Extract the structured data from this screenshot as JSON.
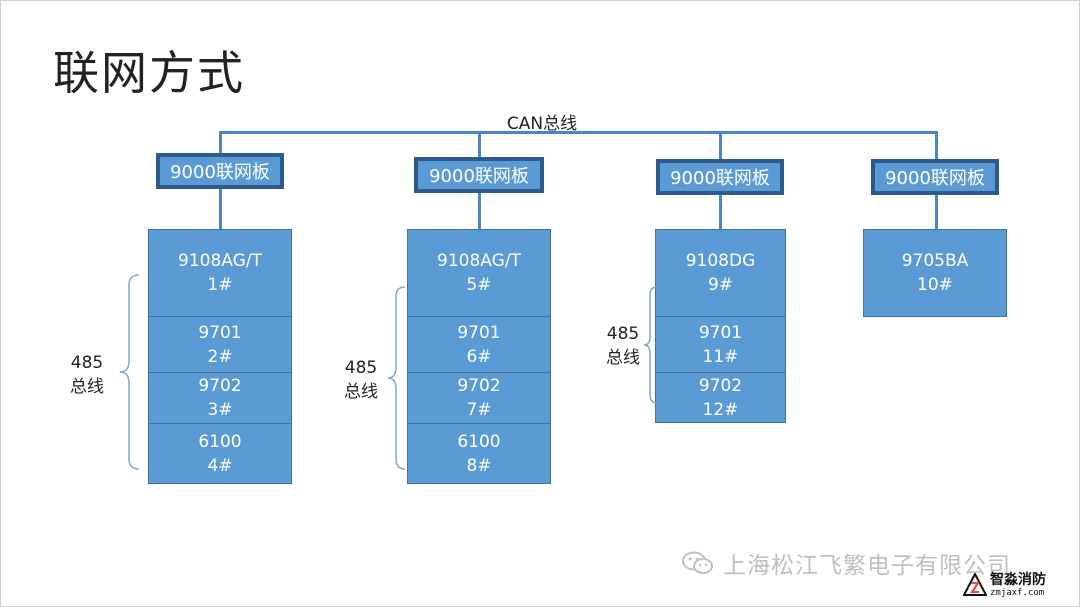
{
  "title": "联网方式",
  "can_bus_label": "CAN总线",
  "colors": {
    "box_fill": "#5b9bd5",
    "panel_border": "#2e5a8a",
    "line": "#4a86c5"
  },
  "panels": [
    "9000联网板",
    "9000联网板",
    "9000联网板",
    "9000联网板"
  ],
  "columns": [
    {
      "devices": [
        {
          "model": "9108AG/T",
          "num": "1#"
        },
        {
          "model": "9701",
          "num": "2#"
        },
        {
          "model": "9702",
          "num": "3#"
        },
        {
          "model": "6100",
          "num": "4#"
        }
      ]
    },
    {
      "devices": [
        {
          "model": "9108AG/T",
          "num": "5#"
        },
        {
          "model": "9701",
          "num": "6#"
        },
        {
          "model": "9702",
          "num": "7#"
        },
        {
          "model": "6100",
          "num": "8#"
        }
      ]
    },
    {
      "devices": [
        {
          "model": "9108DG",
          "num": "9#"
        },
        {
          "model": "9701",
          "num": "11#"
        },
        {
          "model": "9702",
          "num": "12#"
        }
      ]
    },
    {
      "devices": [
        {
          "model": "9705BA",
          "num": "10#"
        }
      ]
    }
  ],
  "rs485_labels": [
    {
      "line1": "485",
      "line2": "总线"
    },
    {
      "line1": "485",
      "line2": "总线"
    },
    {
      "line1": "485",
      "line2": "总线"
    }
  ],
  "watermark": "上海松江飞繁电子有限公司",
  "watermark_icon": "wechat-icon",
  "logo": {
    "cn": "智淼消防",
    "url": "zmjaxf.com",
    "icon": "logo-icon"
  }
}
